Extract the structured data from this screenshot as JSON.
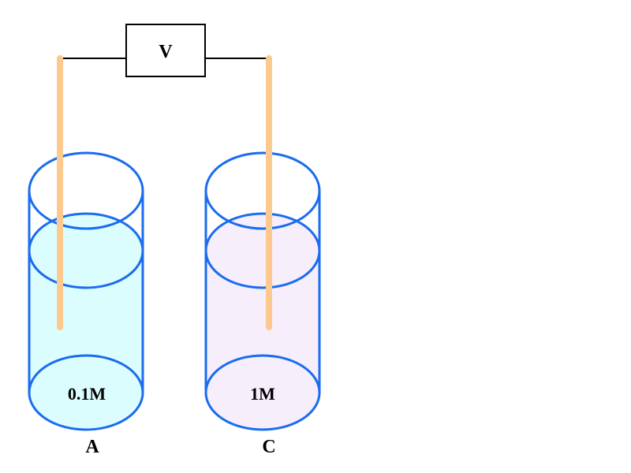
{
  "meter": {
    "label": "V"
  },
  "beakers": [
    {
      "concentration": "0.1M",
      "name": "A",
      "solution_color": "#dcfdfd"
    },
    {
      "concentration": "1M",
      "name": "C",
      "solution_color": "#f7eefb"
    }
  ],
  "colors": {
    "beaker_outline": "#1a6cf0",
    "electrode": "#fcc98f",
    "wire": "#000000"
  }
}
